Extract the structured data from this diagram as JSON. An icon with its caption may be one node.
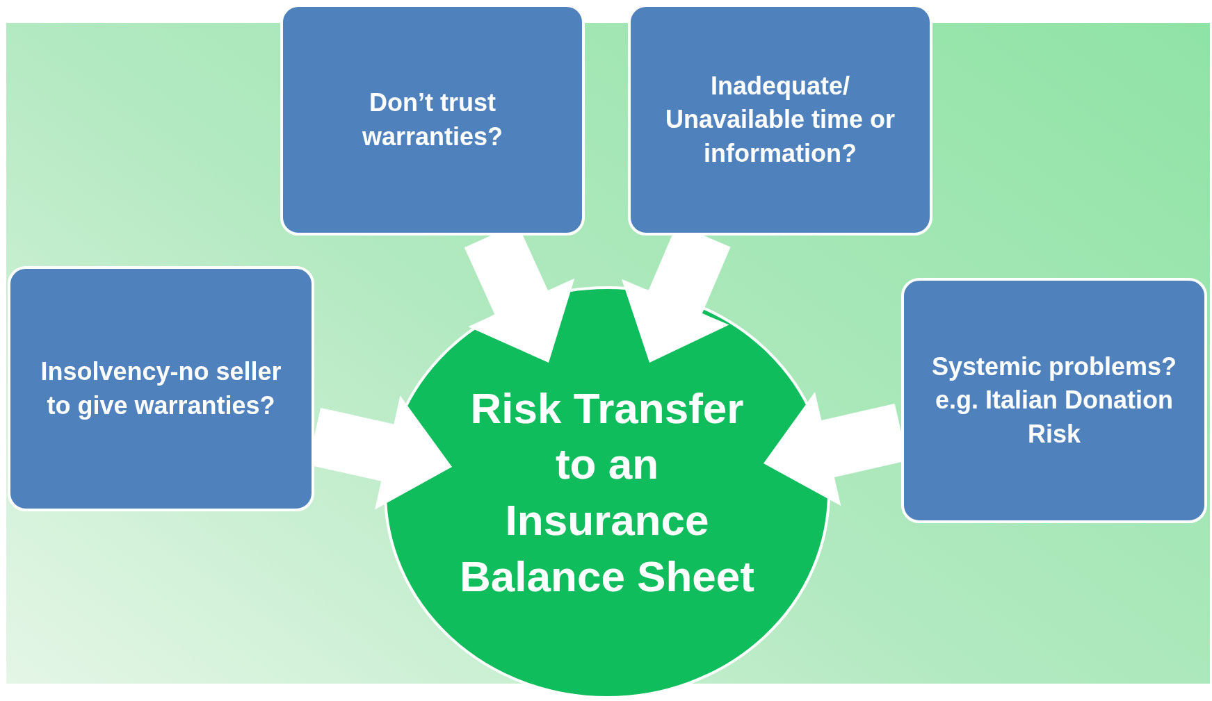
{
  "diagram": {
    "nodes": [
      {
        "text": [
          "Don’t trust warranties?"
        ]
      },
      {
        "text": [
          "Inadequate/ Unavailable time or information?"
        ]
      },
      {
        "text": [
          "Insolvency-no seller to give warranties?"
        ]
      },
      {
        "text": [
          "Risk Transfer to an Insurance Balance Sheet"
        ]
      },
      {
        "text": [
          "Systemic problems? e.g. Italian Donation Risk"
        ]
      }
    ],
    "edges": [
      {
        "from": 0,
        "to": 3,
        "arrow": "to"
      },
      {
        "from": 1,
        "to": 3,
        "arrow": "to"
      },
      {
        "from": 2,
        "to": 3,
        "arrow": "to"
      },
      {
        "from": 4,
        "to": 3,
        "arrow": "to"
      }
    ]
  }
}
